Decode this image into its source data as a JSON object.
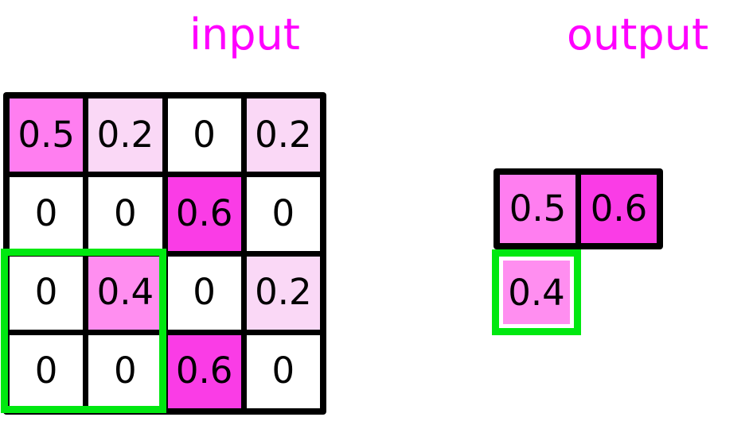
{
  "titles": {
    "input": "input",
    "output": "output"
  },
  "colors": {
    "title": "#ff00ff",
    "selection": "#00e810",
    "grid_line": "#000000",
    "cell_text": "#000000",
    "background": "#ffffff",
    "value_0": "#ffffff",
    "value_0_2": "#fad8f6",
    "value_0_4": "#ff8ef0",
    "value_0_5": "#ff7ef0",
    "value_0_6": "#fa3ce6"
  },
  "chart_data": {
    "type": "heatmap",
    "title": "",
    "input": {
      "label": "input",
      "rows": 4,
      "cols": 4,
      "values": [
        [
          0.5,
          0.2,
          0,
          0.2
        ],
        [
          0,
          0,
          0.6,
          0
        ],
        [
          0,
          0.4,
          0,
          0.2
        ],
        [
          0,
          0,
          0.6,
          0
        ]
      ],
      "cell_labels": [
        [
          "0.5",
          "0.2",
          "0",
          "0.2"
        ],
        [
          "0",
          "0",
          "0.6",
          "0"
        ],
        [
          "0",
          "0.4",
          "0",
          "0.2"
        ],
        [
          "0",
          "0",
          "0.6",
          "0"
        ]
      ],
      "cell_colors": [
        [
          "#ff7ef0",
          "#fad8f6",
          "#ffffff",
          "#fad8f6"
        ],
        [
          "#ffffff",
          "#ffffff",
          "#fa3ce6",
          "#ffffff"
        ],
        [
          "#ffffff",
          "#ff8ef0",
          "#ffffff",
          "#fad8f6"
        ],
        [
          "#ffffff",
          "#ffffff",
          "#fa3ce6",
          "#ffffff"
        ]
      ],
      "selection": {
        "row_start": 2,
        "row_end": 3,
        "col_start": 0,
        "col_end": 1,
        "color": "#00e810"
      }
    },
    "output": {
      "label": "output",
      "rows": 2,
      "cols": 2,
      "values": [
        [
          0.5,
          0.6
        ],
        [
          0.4,
          null
        ]
      ],
      "cell_labels": [
        [
          "0.5",
          "0.6"
        ],
        [
          "0.4",
          ""
        ]
      ],
      "cell_colors": [
        [
          "#ff7ef0",
          "#fa3ce6"
        ],
        [
          "#ff8ef0",
          null
        ]
      ],
      "selection": {
        "row": 1,
        "col": 0,
        "color": "#00e810"
      }
    }
  }
}
